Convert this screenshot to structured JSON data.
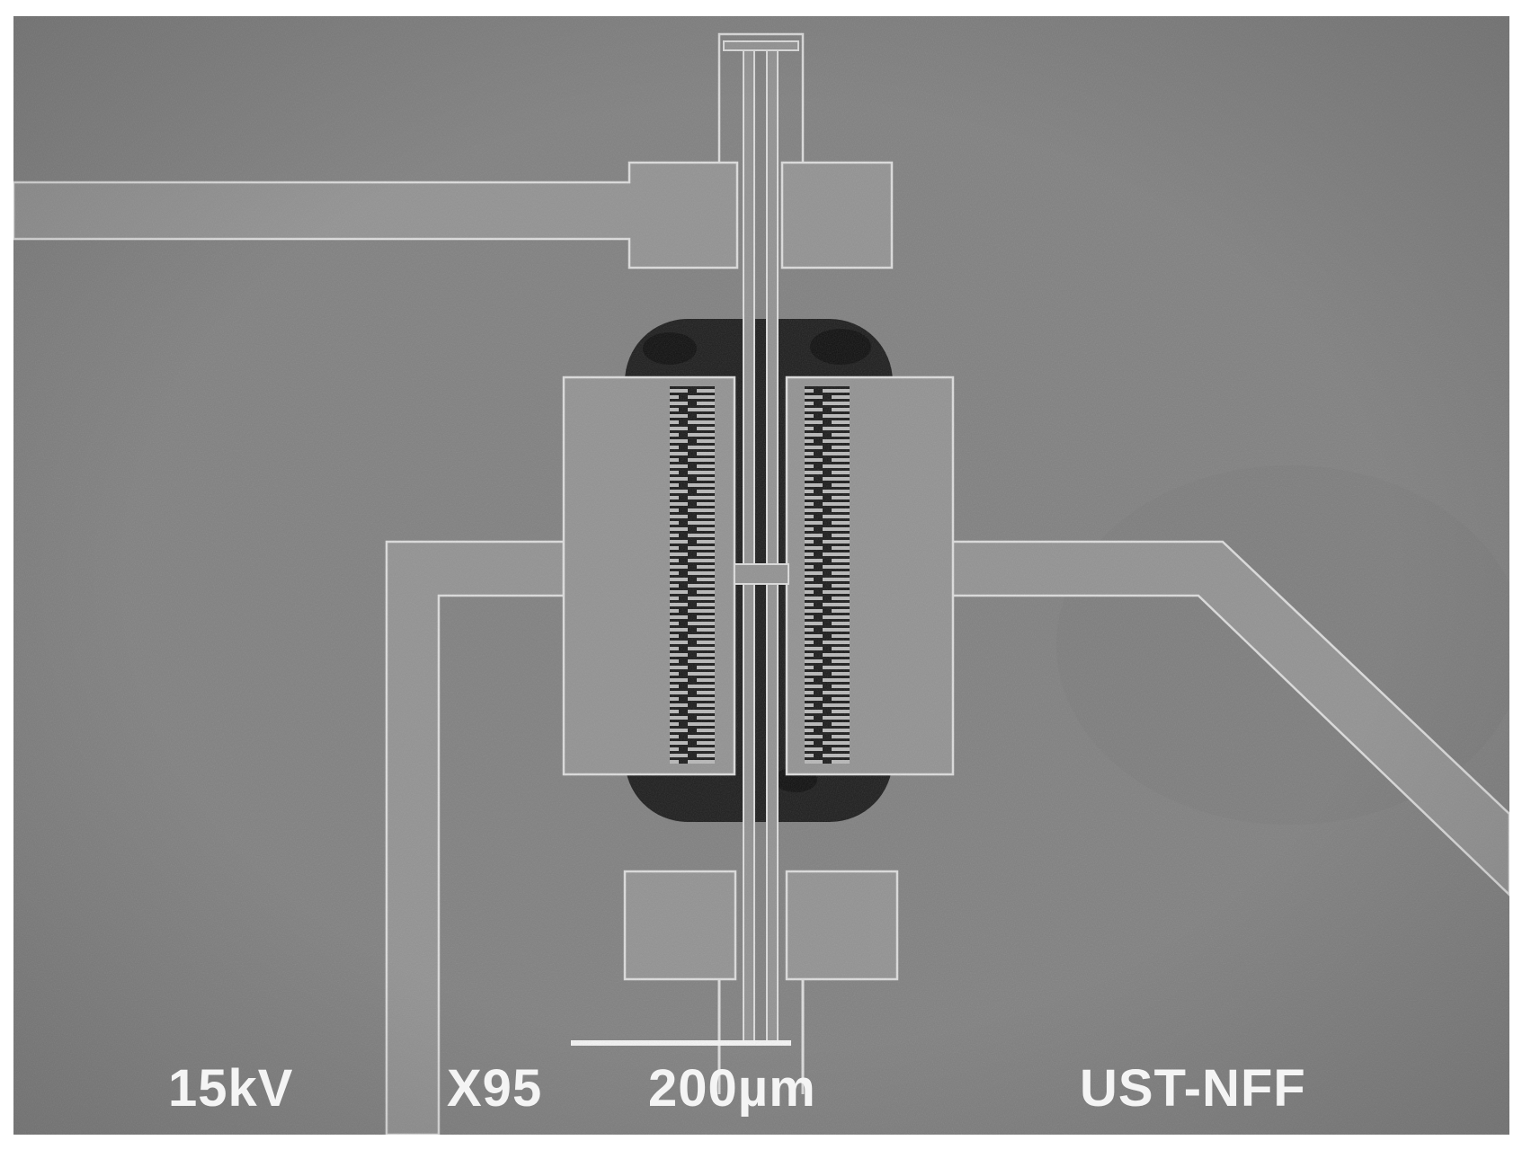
{
  "image": {
    "description_icon": "sem-micrograph-comb-drive-actuator",
    "colors": {
      "background": "#808080",
      "metal": "#929292",
      "edge": "#dcdcdc",
      "trench": "#1a1a1a",
      "text": "#f4f4f4"
    }
  },
  "info_bar": {
    "voltage": "15kV",
    "magnification": "X95",
    "scale": "200µm",
    "label": "UST-NFF"
  }
}
